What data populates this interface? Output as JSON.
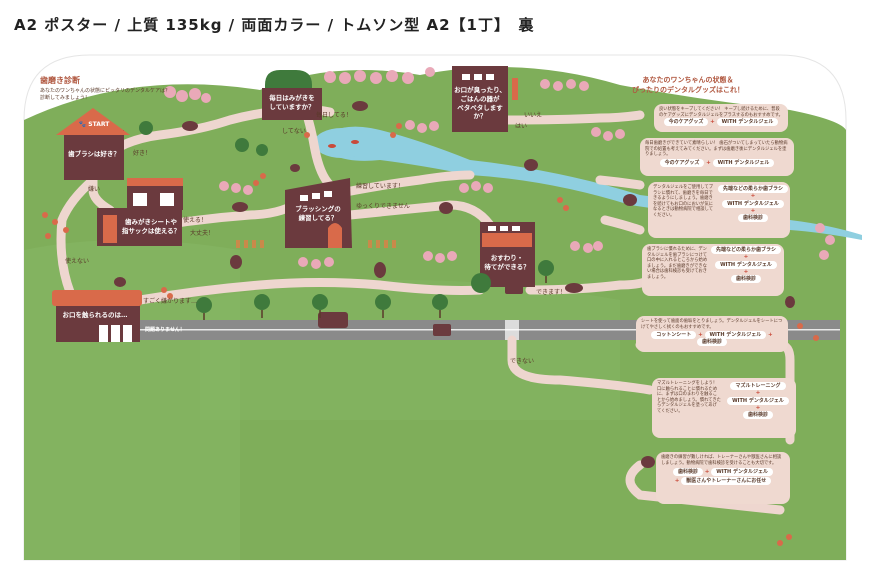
{
  "page_title": "A2 ポスター / 上質 135kg / 両面カラー / トムソン型 A2【1丁】　裏",
  "panel_left": {
    "title": "歯磨き診断",
    "subtitle": "あなたのワンちゃんの状態にピッタリのデンタルケアは？診断してみましょう！"
  },
  "panel_right": {
    "title": "あなたのワンちゃんの状態＆\nぴったりのデンタルグッズはこれ！"
  },
  "start_label": "START",
  "houses": {
    "h1": "歯ブラシは好き？",
    "h2": "歯みがきシートや\n指サックは使える？",
    "h3": "お口を触られるのは…",
    "h4": "毎日はみがきを\nしていますか？",
    "h5": "ブラッシングの\n練習してる？",
    "h6": "お口が臭ったり、\nごはんの器が\nベタベタしますか？",
    "h7": "おすわり・\n待てができる？"
  },
  "road_labels": {
    "r1": "好き！",
    "r2": "嫌い",
    "r3": "使える！",
    "r4": "使えない",
    "r5": "大丈夫！",
    "r6": "すごく嫌がります…",
    "r7": "問題ありません！",
    "r8": "毎日してる！",
    "r9": "してない",
    "r10": "練習しています！",
    "r11": "ゆっくりできません",
    "r12": "いいえ",
    "r13": "はい",
    "r14": "できます！",
    "r15": "できない"
  },
  "results": [
    {
      "text": "良い状態をキープしてください！ キープし続けるために、普段のケアグッズにデンタルジェルをプラスするのもおすすめです。",
      "items": [
        "今のケアグッズ",
        "WITH デンタルジェル"
      ]
    },
    {
      "text": "毎日歯磨きができていて素晴らしい！ 歯石がついてしまっていたら動物病院での処置も考えてみてください。まずは歯磨き後にデンタルジェルを塗りましょう。",
      "items": [
        "今のケアグッズ",
        "WITH デンタルジェル"
      ]
    },
    {
      "text": "デンタルジェルをご使用してブラシに慣れて、歯磨きを毎日できるようにしましょう。歯磨きを続けてもお口のにおいが気になるときは動物病院で相談してください。",
      "items": [
        "先端などの柔らか歯ブラシ",
        "WITH デンタルジェル",
        "歯科検診"
      ]
    },
    {
      "text": "歯ブラシに慣れるために、デンタルジェルを歯ブラシにつけて口の中に入れるところから始めましょう。まだ歯磨きができない場合は歯科検診も受けておきましょう。",
      "items": [
        "先端などの柔らか歯ブラシ",
        "WITH デンタルジェル",
        "歯科検診"
      ]
    },
    {
      "text": "シートを使って歯面の歯垢をとりましょう。デンタルジェルをシートにつけてやさしく拭くのもおすすめです。",
      "items": [
        "コットンシート",
        "WITH デンタルジェル",
        "歯科検診"
      ]
    },
    {
      "text": "マズルトレーニングをしよう！ 口に触られることに慣れるために、まずは口のまわりを触ることから始めましょう。慣れてきたらデンタルジェルを塗ってあげてください。",
      "items": [
        "マズルトレーニング",
        "WITH デンタルジェル",
        "歯科検診"
      ]
    },
    {
      "text": "歯磨きの練習が難しければ、トレーナーさんや獣医さんに相談しましょう。動物病院で歯科検診を受けることも大切です。",
      "items": [
        "歯科検診",
        "WITH デンタルジェル",
        "獣医さんやトレーナーさんにお任せ"
      ]
    }
  ],
  "colors": {
    "grass": "#7fae5a",
    "road": "#eed6cf",
    "house": "#6b3a3e",
    "roof": "#d96a4a",
    "tree": "#3f7a3c",
    "blossom": "#e9a9b8",
    "water": "#8fcfe0",
    "text": "#5a3a2a"
  }
}
